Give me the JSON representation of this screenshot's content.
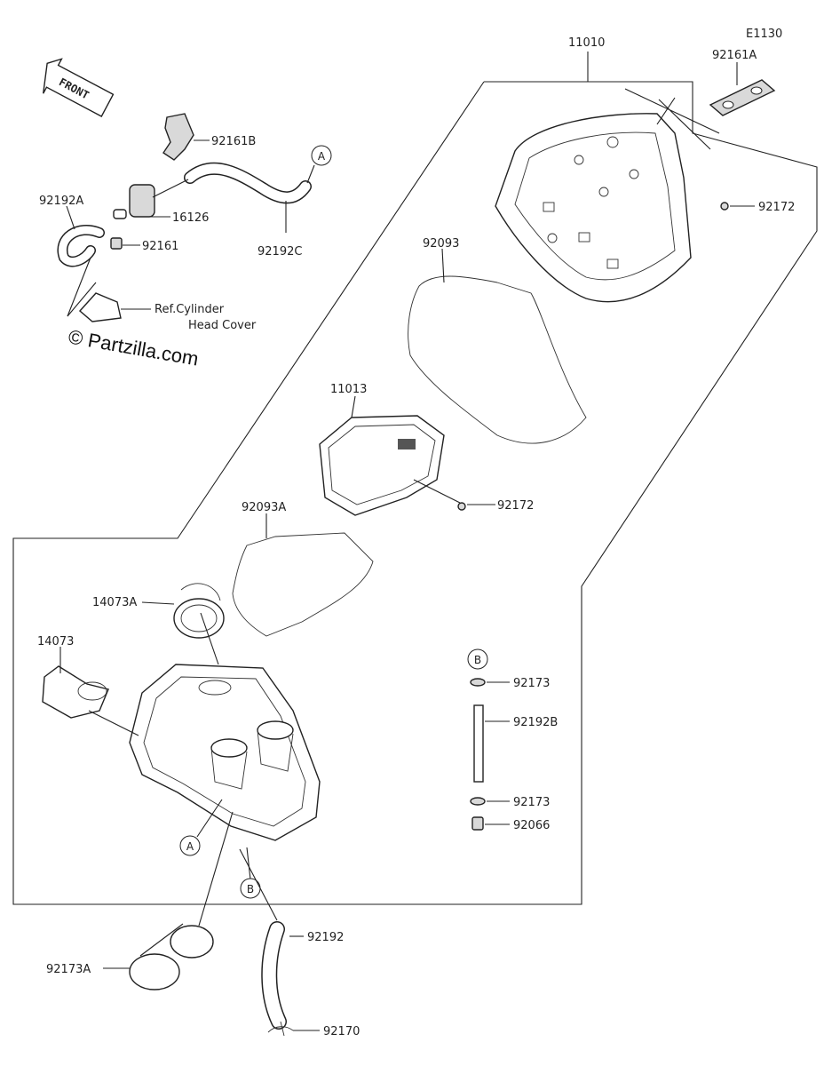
{
  "diagram_code": "E1130",
  "front_label": "FRONT",
  "watermark": "© Partzilla.com",
  "reference_note": [
    "Ref.Cylinder",
    "Head Cover"
  ],
  "markers": {
    "a": "A",
    "b": "B"
  },
  "parts": {
    "p11010": "11010",
    "p92161A": "92161A",
    "p92161B": "92161B",
    "p92192A": "92192A",
    "p16126": "16126",
    "p92161": "92161",
    "p92192C": "92192C",
    "p92172_top": "92172",
    "p92093": "92093",
    "p11013": "11013",
    "p92172_mid": "92172",
    "p92093A": "92093A",
    "p14073A": "14073A",
    "p14073": "14073",
    "p92173_top": "92173",
    "p92192B": "92192B",
    "p92173_bot": "92173",
    "p92066": "92066",
    "p92192": "92192",
    "p92173A": "92173A",
    "p92170": "92170"
  }
}
